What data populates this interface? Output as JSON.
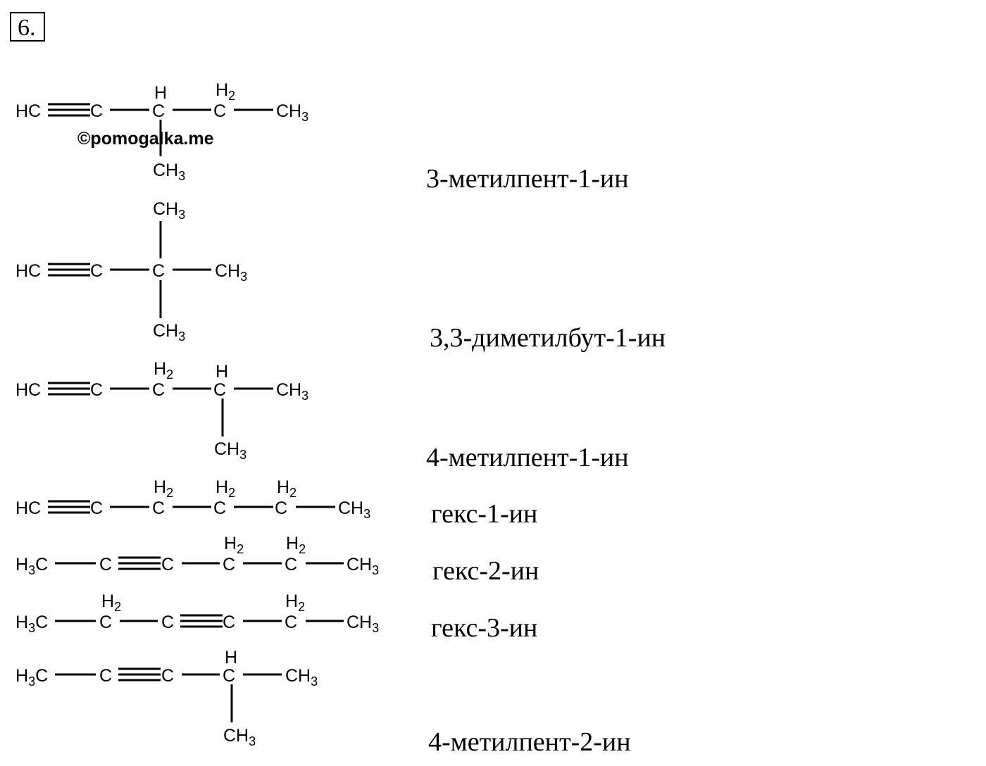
{
  "problem_number": "6.",
  "watermark": "©pomogalka.me",
  "compounds": [
    {
      "name": "3-метилпент-1-ин"
    },
    {
      "name": "3,3-диметилбут-1-ин"
    },
    {
      "name": "4-метилпент-1-ин"
    },
    {
      "name": "гекс-1-ин"
    },
    {
      "name": "гекс-2-ин"
    },
    {
      "name": "гекс-3-ин"
    },
    {
      "name": "4-метилпент-2-ин"
    }
  ]
}
